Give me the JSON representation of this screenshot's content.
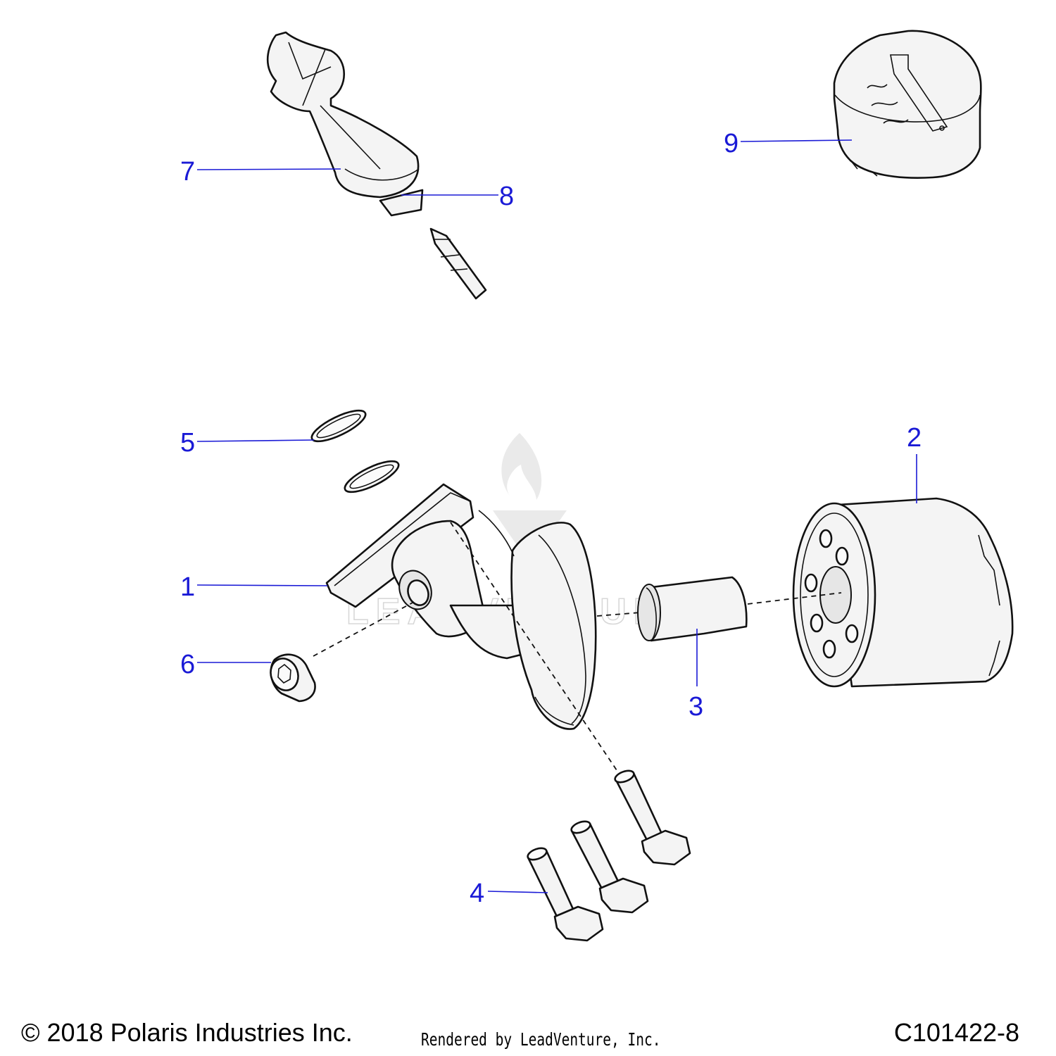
{
  "diagram": {
    "callouts": [
      {
        "id": "1",
        "label": "1"
      },
      {
        "id": "2",
        "label": "2"
      },
      {
        "id": "3",
        "label": "3"
      },
      {
        "id": "4",
        "label": "4"
      },
      {
        "id": "5",
        "label": "5"
      },
      {
        "id": "6",
        "label": "6"
      },
      {
        "id": "7",
        "label": "7"
      },
      {
        "id": "8",
        "label": "8"
      },
      {
        "id": "9",
        "label": "9"
      }
    ],
    "watermark": "LEADVENTURE"
  },
  "footer": {
    "copyright": "© 2018 Polaris Industries Inc.",
    "rendered_by": "Rendered by LeadVenture, Inc.",
    "diagram_id": "C101422-8"
  },
  "colors": {
    "callout": "#1a1ad6",
    "line": "#111111",
    "watermark": "#d8d8d8"
  }
}
